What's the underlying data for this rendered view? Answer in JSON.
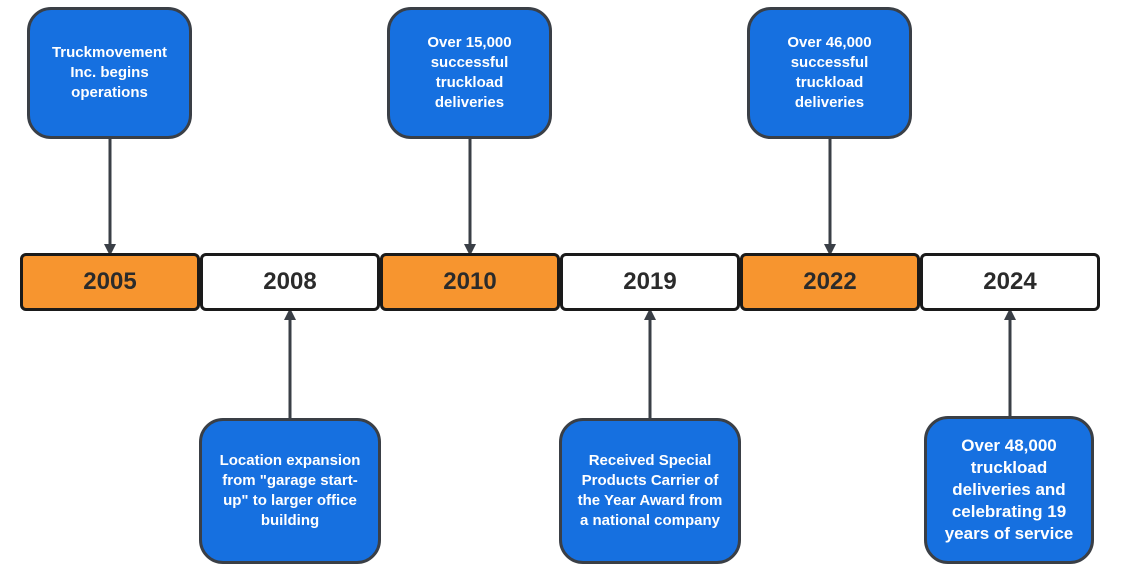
{
  "colors": {
    "highlight": "#f7952f",
    "plain": "#ffffff",
    "event_fill": "#1670e0",
    "event_border": "#3a3f46",
    "arrow": "#3a3f46"
  },
  "years": [
    {
      "label": "2005",
      "highlight": true
    },
    {
      "label": "2008",
      "highlight": false
    },
    {
      "label": "2010",
      "highlight": true
    },
    {
      "label": "2019",
      "highlight": false
    },
    {
      "label": "2022",
      "highlight": true
    },
    {
      "label": "2024",
      "highlight": false
    }
  ],
  "events": [
    {
      "year": "2005",
      "position": "above",
      "text": "Truckmovement Inc. begins operations"
    },
    {
      "year": "2008",
      "position": "below",
      "text": "Location expansion from \"garage start-up\" to larger office building"
    },
    {
      "year": "2010",
      "position": "above",
      "text": "Over 15,000 successful truckload deliveries"
    },
    {
      "year": "2019",
      "position": "below",
      "text": "Received Special Products Carrier of the Year Award from a national company"
    },
    {
      "year": "2022",
      "position": "above",
      "text": "Over 46,000 successful truckload deliveries"
    },
    {
      "year": "2024",
      "position": "below",
      "text": "Over 48,000 truckload deliveries and celebrating 19 years of service"
    }
  ]
}
